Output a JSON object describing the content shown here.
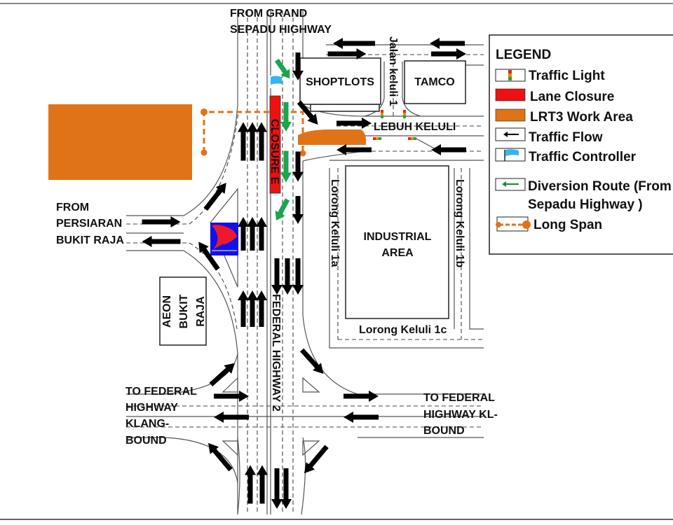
{
  "colors": {
    "lane_closure": "#ee1111",
    "lrt3_work_area": "#e07318",
    "long_span": "#e07318",
    "diversion": "#1aa64a",
    "traffic_flow": "#000000",
    "traffic_controller": "#33b5f0"
  },
  "labels": {
    "from_grand": [
      "FROM GRAND",
      "SEPADU HIGHWAY"
    ],
    "from_persiaran": [
      "FROM",
      "PERSIARAN",
      "BUKIT RAJA"
    ],
    "to_klang": [
      "TO FEDERAL",
      "HIGHWAY",
      "KLANG-",
      "BOUND"
    ],
    "to_kl": [
      "TO FEDERAL",
      "HIGHWAY KL-",
      "BOUND"
    ],
    "federal_highway_2": "FEDERAL HIGHWAY 2",
    "lebuh_keluli": "LEBUH KELULI",
    "jalan_keluli_1": "Jalan keluli 1",
    "lorong_keluli_1a": "Lorong Keluli 1a",
    "lorong_keluli_1b": "Lorong Keluli 1b",
    "lorong_keluli_1c": "Lorong Keluli 1c",
    "closure": "CLOSURE E"
  },
  "buildings": {
    "shoplots": "SHOPTLOTS",
    "tamco": "TAMCO",
    "industrial": [
      "INDUSTRIAL",
      "AREA"
    ],
    "aeon": [
      "AEON",
      "BUKIT",
      "RAJA"
    ],
    "petronas_logo": "PETRONAS"
  },
  "legend": {
    "title": "LEGEND",
    "items": [
      {
        "icon": "traffic-light-icon",
        "label": "Traffic Light"
      },
      {
        "icon": "lane-closure-swatch",
        "label": "Lane Closure"
      },
      {
        "icon": "lrt3-work-area-swatch",
        "label": "LRT3 Work Area"
      },
      {
        "icon": "traffic-flow-arrow-icon",
        "label": "Traffic Flow"
      },
      {
        "icon": "flag-icon",
        "label": "Traffic Controller"
      },
      {
        "icon": "diversion-arrow-icon",
        "label": "Diversion Route (From Grand",
        "label2": "Sepadu Highway )"
      },
      {
        "icon": "long-span-icon",
        "label": "Long Span"
      }
    ]
  }
}
